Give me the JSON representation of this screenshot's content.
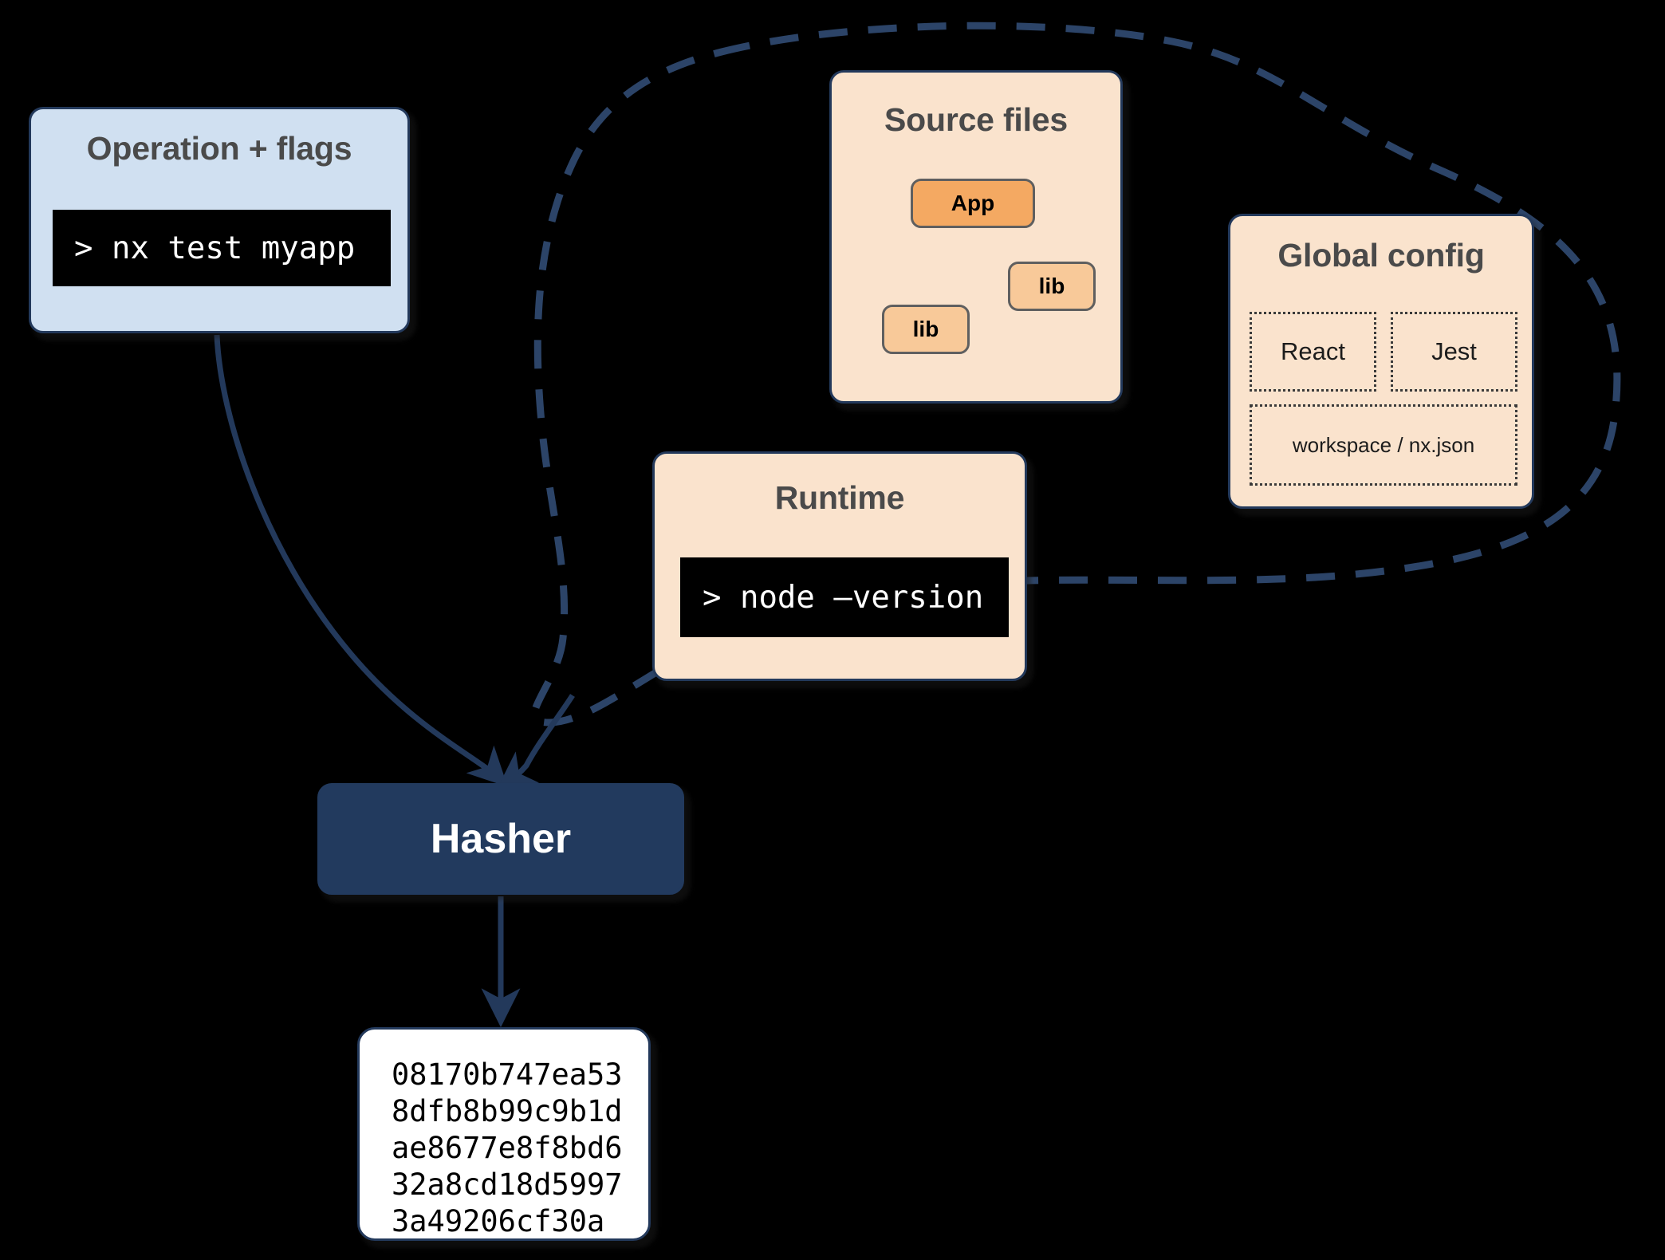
{
  "diagram": {
    "title": "Nx Hasher inputs diagram",
    "background": "#000000",
    "accent_navy": "#23395b",
    "accent_peach": "#fae3cd",
    "accent_blue": "#d0e0f1",
    "accent_orange": "#f4a962",
    "accent_orange_light": "#f8c999"
  },
  "operation": {
    "title": "Operation + flags",
    "command": "> nx test myapp"
  },
  "source_files": {
    "title": "Source files",
    "nodes": [
      {
        "label": "App"
      },
      {
        "label": "lib"
      },
      {
        "label": "lib"
      }
    ]
  },
  "global_config": {
    "title": "Global config",
    "cells": [
      {
        "label": "React"
      },
      {
        "label": "Jest"
      },
      {
        "label": "workspace / nx.json"
      }
    ]
  },
  "runtime": {
    "title": "Runtime",
    "command": "> node –version"
  },
  "hasher": {
    "label": "Hasher"
  },
  "hash_output": {
    "lines": [
      "08170b747ea53",
      "8dfb8b99c9b1d",
      "ae8677e8f8bd6",
      "32a8cd18d5997",
      "3a49206cf30a"
    ],
    "text": "08170b747ea53\n8dfb8b99c9b1d\nae8677e8f8bd6\n32a8cd18d5997\n3a49206cf30a"
  }
}
